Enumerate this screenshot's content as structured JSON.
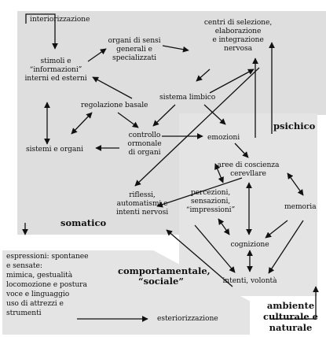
{
  "zones": {
    "somatic": "somatico",
    "psychic": "psichico",
    "behavior_line1": "comportamentale,",
    "behavior_line2": "“sociale”",
    "environment_line1": "ambiente",
    "environment_line2": "culturale e",
    "environment_line3": "naturale"
  },
  "nodes": {
    "interiorization": "interiorizzazione",
    "stimuli_1": "stimoli e",
    "stimuli_2": "“informazioni”",
    "stimuli_3": "interni ed esterni",
    "sense_organs_1": "organi di sensi",
    "sense_organs_2": "generali e",
    "sense_organs_3": "specializzati",
    "selection_centers_1": "centri di selezione,",
    "selection_centers_2": "elaborazione",
    "selection_centers_3": "e integrazione",
    "selection_centers_4": "nervosa",
    "limbic_system": "sistema limbico",
    "basal_regulation": "regolazione basale",
    "systems_organs": "sistemi e organi",
    "hormonal_control_1": "controllo",
    "hormonal_control_2": "ormonale",
    "hormonal_control_3": "di organi",
    "emotions": "emozioni",
    "consciousness_1": "aree di coscienza",
    "consciousness_2": "cerevllare",
    "perceptions_1": "percezioni,",
    "perceptions_2": "sensazioni,",
    "perceptions_3": "“impressioni”",
    "memory": "memoria",
    "reflexes_1": "riflessi,",
    "reflexes_2": "automatismi e",
    "reflexes_3": "intenti nervosi",
    "cognition": "cognizione",
    "intents": "intenti, volontà",
    "exteriorization": "esteriorizzazione",
    "expressions_1": "espressioni: spontanee",
    "expressions_2": "e sensate:",
    "expressions_3": "mimica, gestualità",
    "expressions_4": "locomozione e postura",
    "expressions_5": "voce e linguaggio",
    "expressions_6": "uso di attrezzi e",
    "expressions_7": "strumenti"
  }
}
